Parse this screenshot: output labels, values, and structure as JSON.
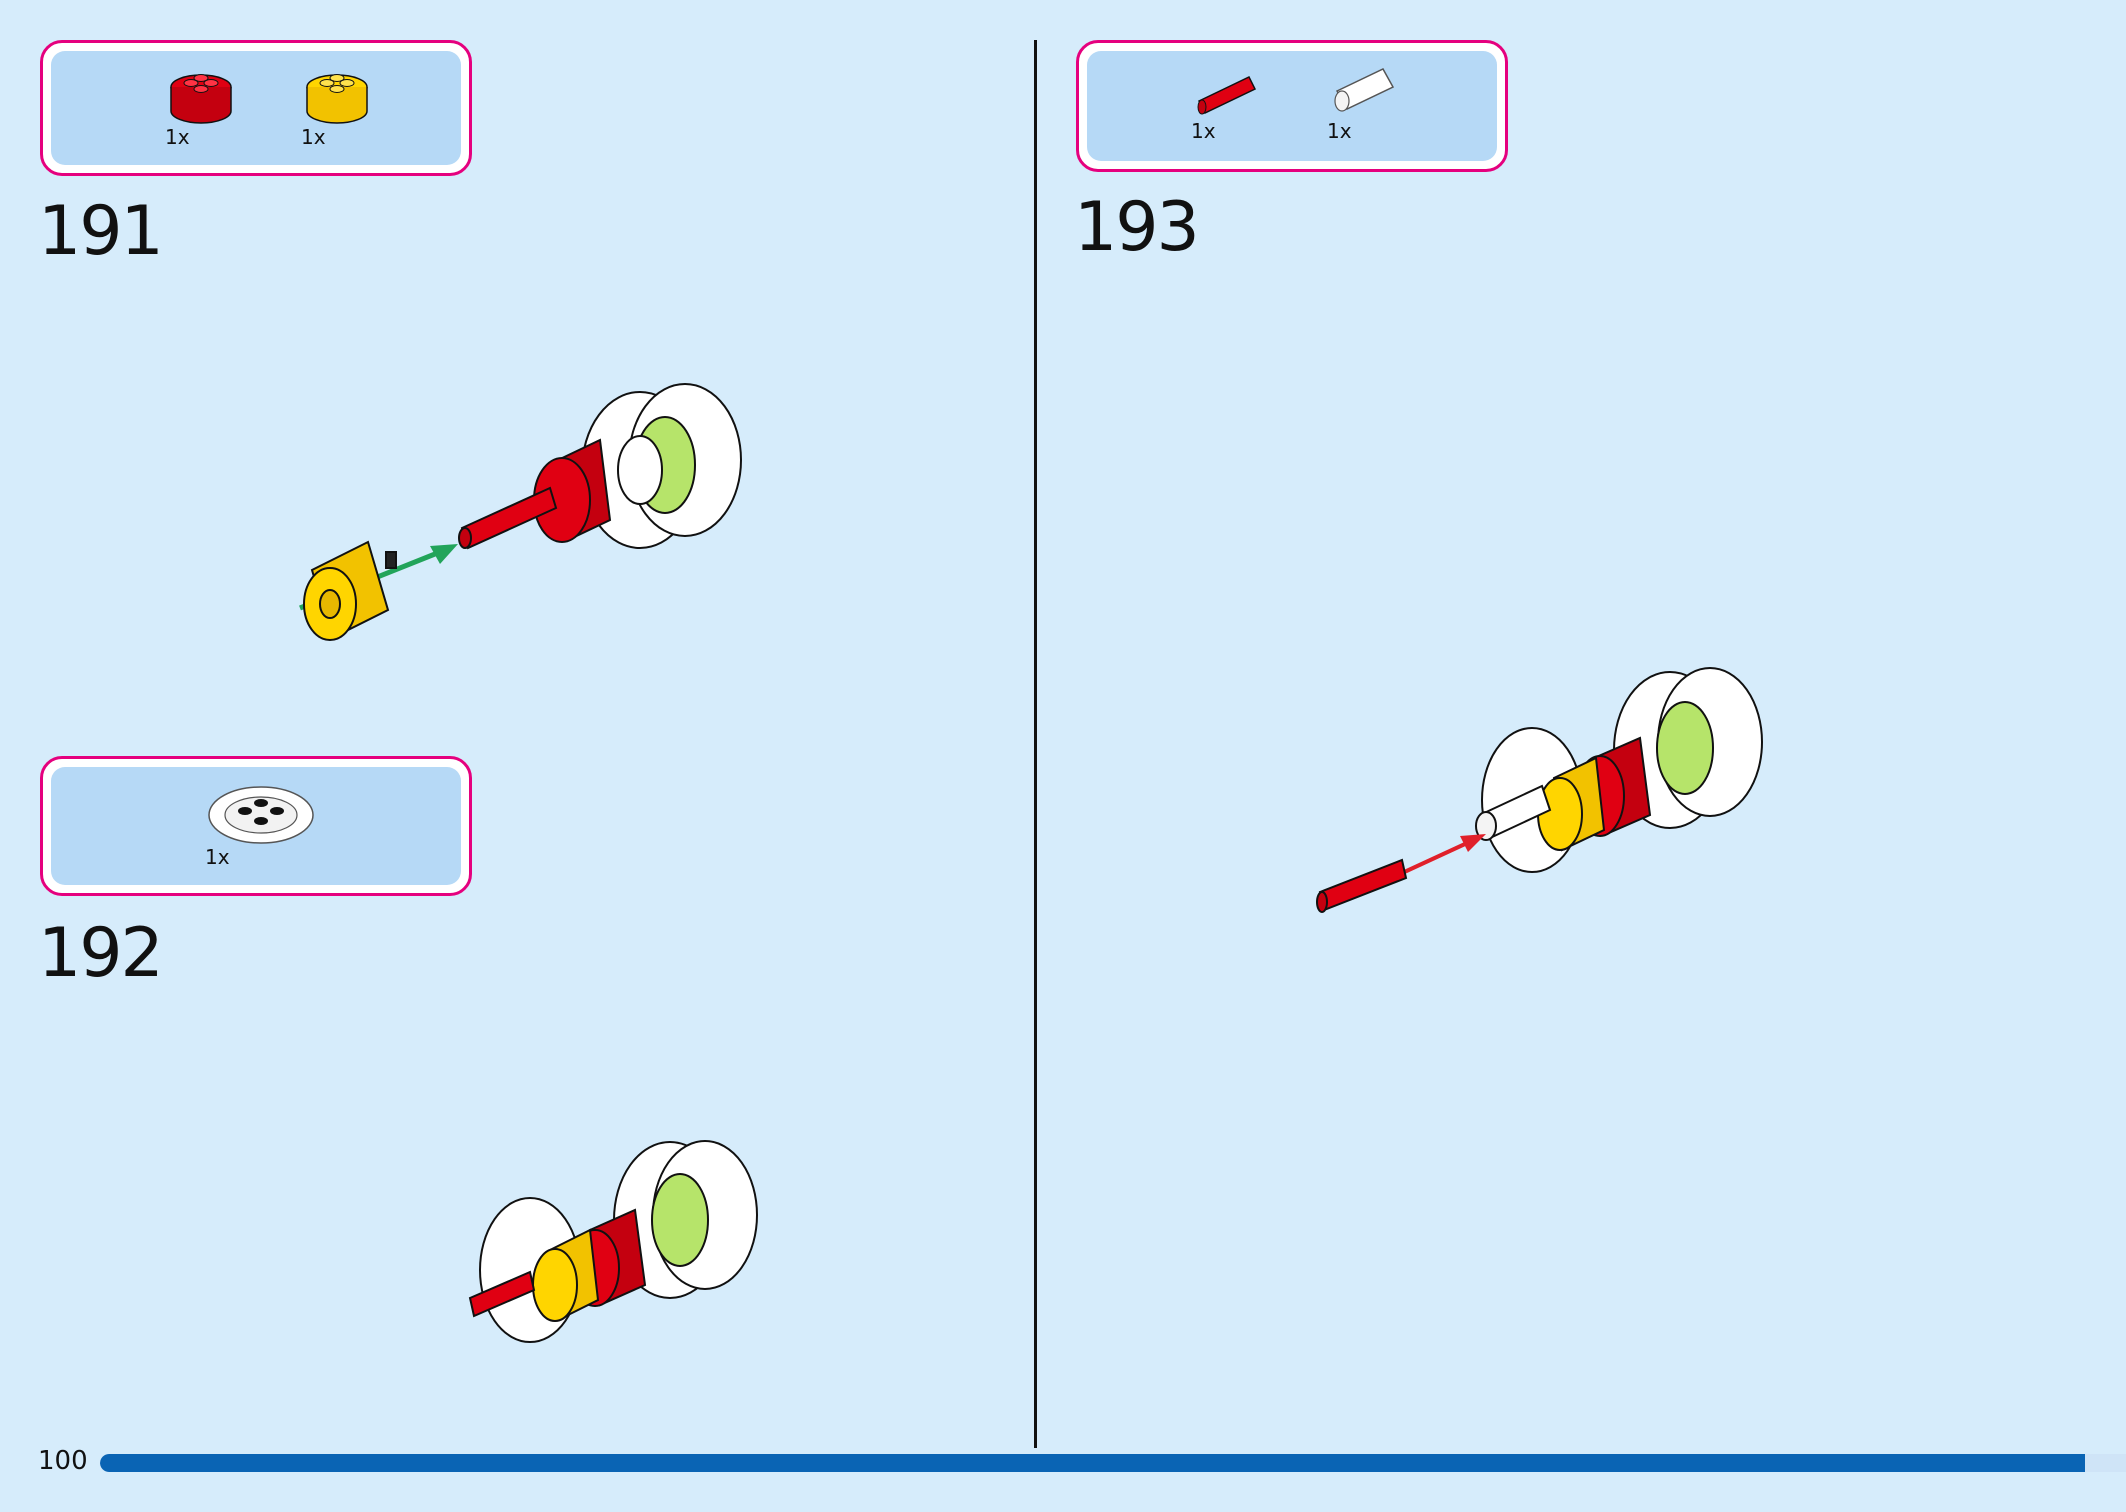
{
  "steps": [
    {
      "number": "191",
      "parts": [
        {
          "quantity": "1x",
          "color": "#e00012",
          "icon": "red-round-brick-icon"
        },
        {
          "quantity": "1x",
          "color": "#ffd500",
          "icon": "yellow-round-brick-icon"
        }
      ],
      "arrow_color": "#22a45a"
    },
    {
      "number": "192",
      "parts": [
        {
          "quantity": "1x",
          "color": "#ffffff",
          "icon": "white-wheel-hub-icon"
        }
      ]
    },
    {
      "number": "193",
      "parts": [
        {
          "quantity": "1x",
          "color": "#e00012",
          "icon": "red-axle-pin-icon"
        },
        {
          "quantity": "1x",
          "color": "#ffffff",
          "icon": "white-axle-icon"
        }
      ],
      "arrow_color": "#e0202a"
    }
  ],
  "footer": {
    "page_number": "100",
    "progress": 0.98,
    "progress_color": "#0a64b4"
  },
  "colors": {
    "background": "#d6ecfb",
    "parts_box_border": "#e5007e",
    "parts_box_fill": "#b6d9f6",
    "lime": "#b6e46a"
  }
}
